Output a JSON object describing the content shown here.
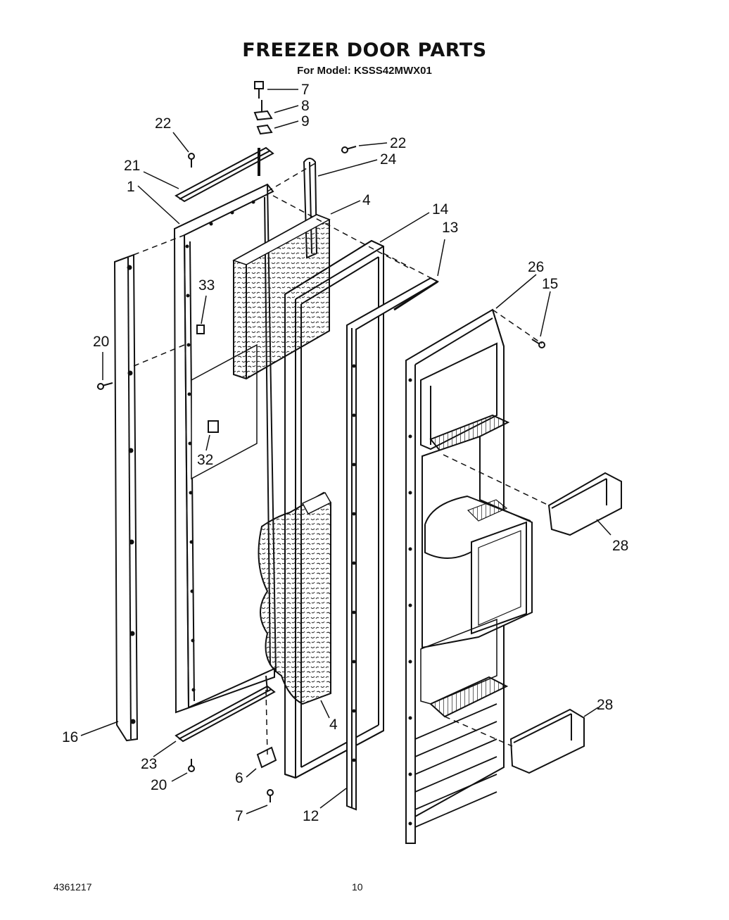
{
  "title": "FREEZER DOOR PARTS",
  "subtitle": "For Model: KSSS42MWX01",
  "doc_number": "4361217",
  "page_number": "10",
  "callouts": [
    {
      "id": "c7a",
      "label": "7"
    },
    {
      "id": "c8",
      "label": "8"
    },
    {
      "id": "c9",
      "label": "9"
    },
    {
      "id": "c22a",
      "label": "22"
    },
    {
      "id": "c22b",
      "label": "22"
    },
    {
      "id": "c24",
      "label": "24"
    },
    {
      "id": "c21",
      "label": "21"
    },
    {
      "id": "c1",
      "label": "1"
    },
    {
      "id": "c4a",
      "label": "4"
    },
    {
      "id": "c14",
      "label": "14"
    },
    {
      "id": "c13",
      "label": "13"
    },
    {
      "id": "c26",
      "label": "26"
    },
    {
      "id": "c15",
      "label": "15"
    },
    {
      "id": "c33",
      "label": "33"
    },
    {
      "id": "c20a",
      "label": "20"
    },
    {
      "id": "c32",
      "label": "32"
    },
    {
      "id": "c28a",
      "label": "28"
    },
    {
      "id": "c28b",
      "label": "28"
    },
    {
      "id": "c4b",
      "label": "4"
    },
    {
      "id": "c16",
      "label": "16"
    },
    {
      "id": "c23",
      "label": "23"
    },
    {
      "id": "c20b",
      "label": "20"
    },
    {
      "id": "c6",
      "label": "6"
    },
    {
      "id": "c7b",
      "label": "7"
    },
    {
      "id": "c12",
      "label": "12"
    }
  ]
}
